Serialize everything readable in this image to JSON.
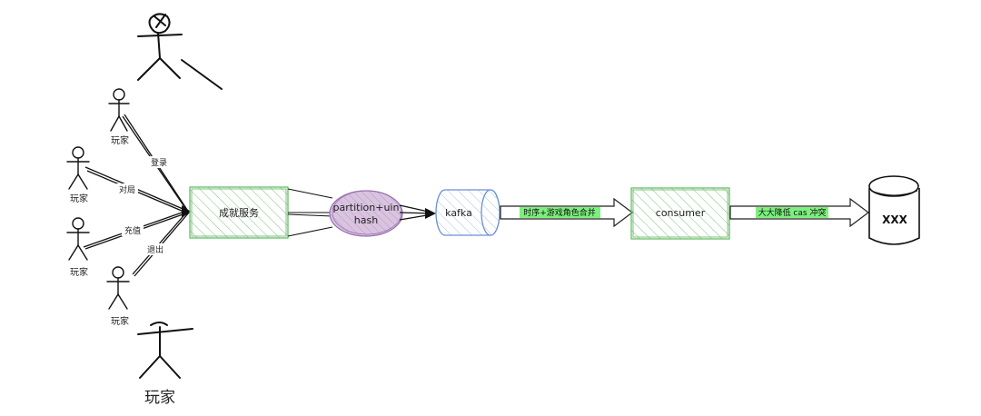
{
  "diagram": {
    "player_label": "玩家",
    "actions": {
      "login": "登录",
      "battle": "对局",
      "recharge": "充值",
      "logout": "退出"
    },
    "achievement_service": "成就服务",
    "partition_line1": "partition+uin",
    "partition_line2": "hash",
    "kafka": "kafka",
    "order_label": "时序+游戏角色合并",
    "consumer": "consumer",
    "cas_label": "大大降低 cas 冲突",
    "storage": "XXX",
    "colors": {
      "service_fill": "#d5ecd0",
      "service_stroke": "#5cb85c",
      "partition_fill": "#d9c4e0",
      "partition_stroke": "#9a6fb0",
      "kafka_stroke": "#6a8fd4",
      "highlight": "#7cf07c"
    }
  }
}
